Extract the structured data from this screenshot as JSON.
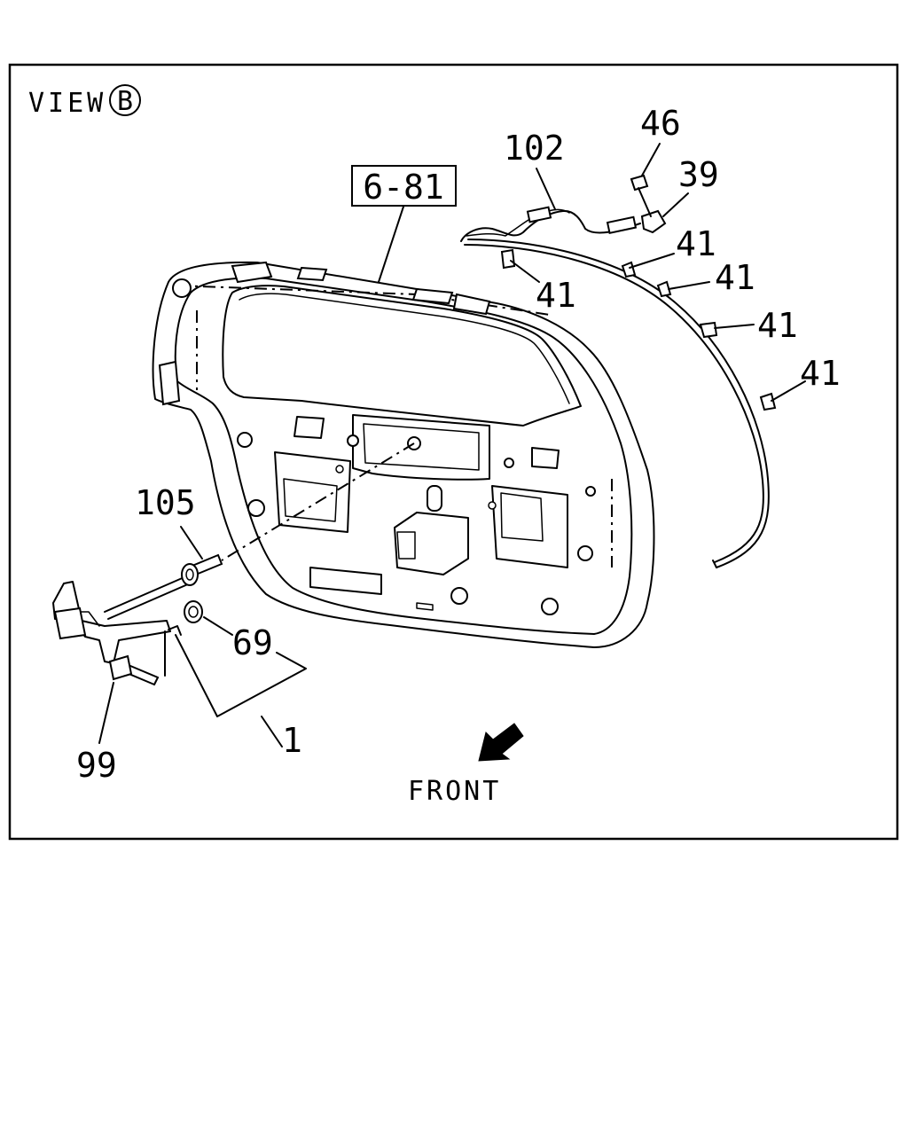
{
  "view": {
    "text": "VIEW",
    "circle_letter": "B"
  },
  "ref_box": "6-81",
  "direction": {
    "label": "FRONT"
  },
  "callouts": {
    "c102": "102",
    "c46": "46",
    "c39": "39",
    "c41a": "41",
    "c41b": "41",
    "c41c": "41",
    "c41d": "41",
    "c41e": "41",
    "c105": "105",
    "c69": "69",
    "c1": "1",
    "c99": "99"
  }
}
